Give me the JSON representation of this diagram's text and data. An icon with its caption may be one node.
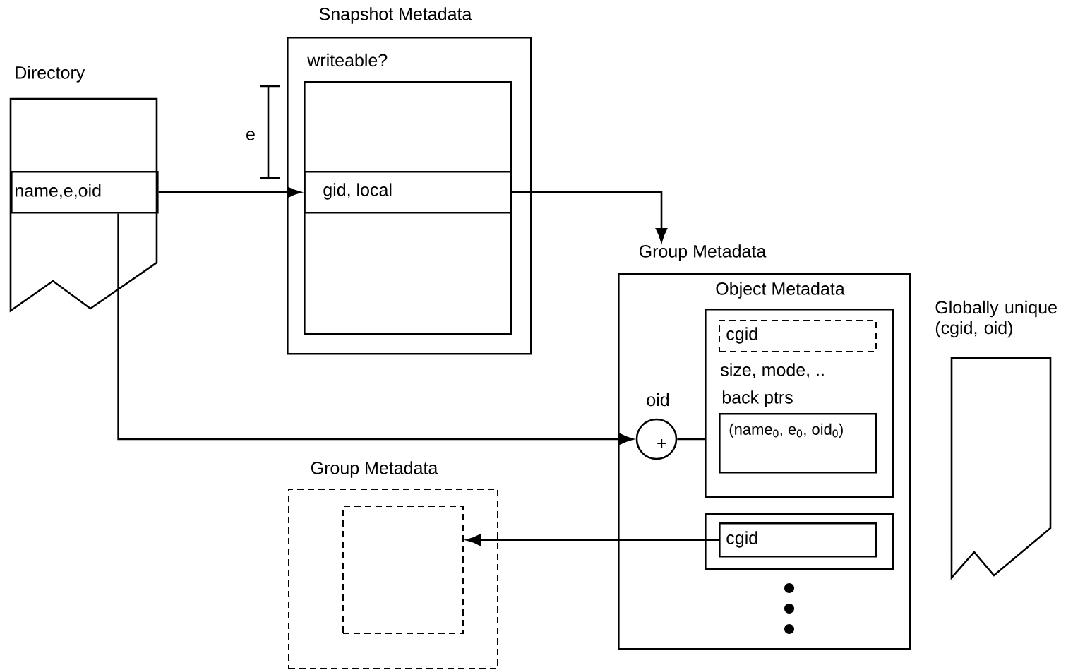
{
  "diagram": {
    "nodes": [
      {
        "text": [
          "Directory"
        ]
      },
      {
        "text": [
          "name,e,oid"
        ],
        "in": 0
      },
      {
        "text": [
          "Snapshot Metadata",
          "writeable?"
        ]
      },
      {
        "text": [],
        "shape": "box",
        "in": 2
      },
      {
        "text": [
          "gid, local"
        ],
        "in": 3
      },
      {
        "text": [
          "Group Metadata"
        ]
      },
      {
        "text": [
          "Object Metadata",
          "size, mode, ..",
          "back ptrs"
        ],
        "in": 5
      },
      {
        "text": [
          "cgid"
        ],
        "in": 6
      },
      {
        "text": [
          "(name$_{0}$, e$_{0}$, oid$_{0}$)"
        ],
        "in": 6
      },
      {
        "text": [
          "+"
        ],
        "beside": [
          "oid"
        ],
        "in": 5
      },
      {
        "text": [],
        "shape": "box",
        "in": 5
      },
      {
        "text": [
          "cgid"
        ],
        "in": 10
      },
      {
        "text": [
          "Group Metadata"
        ]
      },
      {
        "text": [],
        "shape": "box",
        "in": 12
      },
      {
        "text": [
          "Globally unique (cgid, oid)"
        ]
      }
    ],
    "edges": [
      {
        "from": 1,
        "to": 4,
        "arrow": "to"
      },
      {
        "from": 4,
        "to": 5,
        "arrow": "to"
      },
      {
        "from": 1,
        "to": 9,
        "arrow": "to"
      },
      {
        "from": 9,
        "to": 6,
        "arrow": "none"
      },
      {
        "from": 11,
        "to": 13,
        "arrow": "to"
      }
    ],
    "labels": [
      "e"
    ]
  }
}
